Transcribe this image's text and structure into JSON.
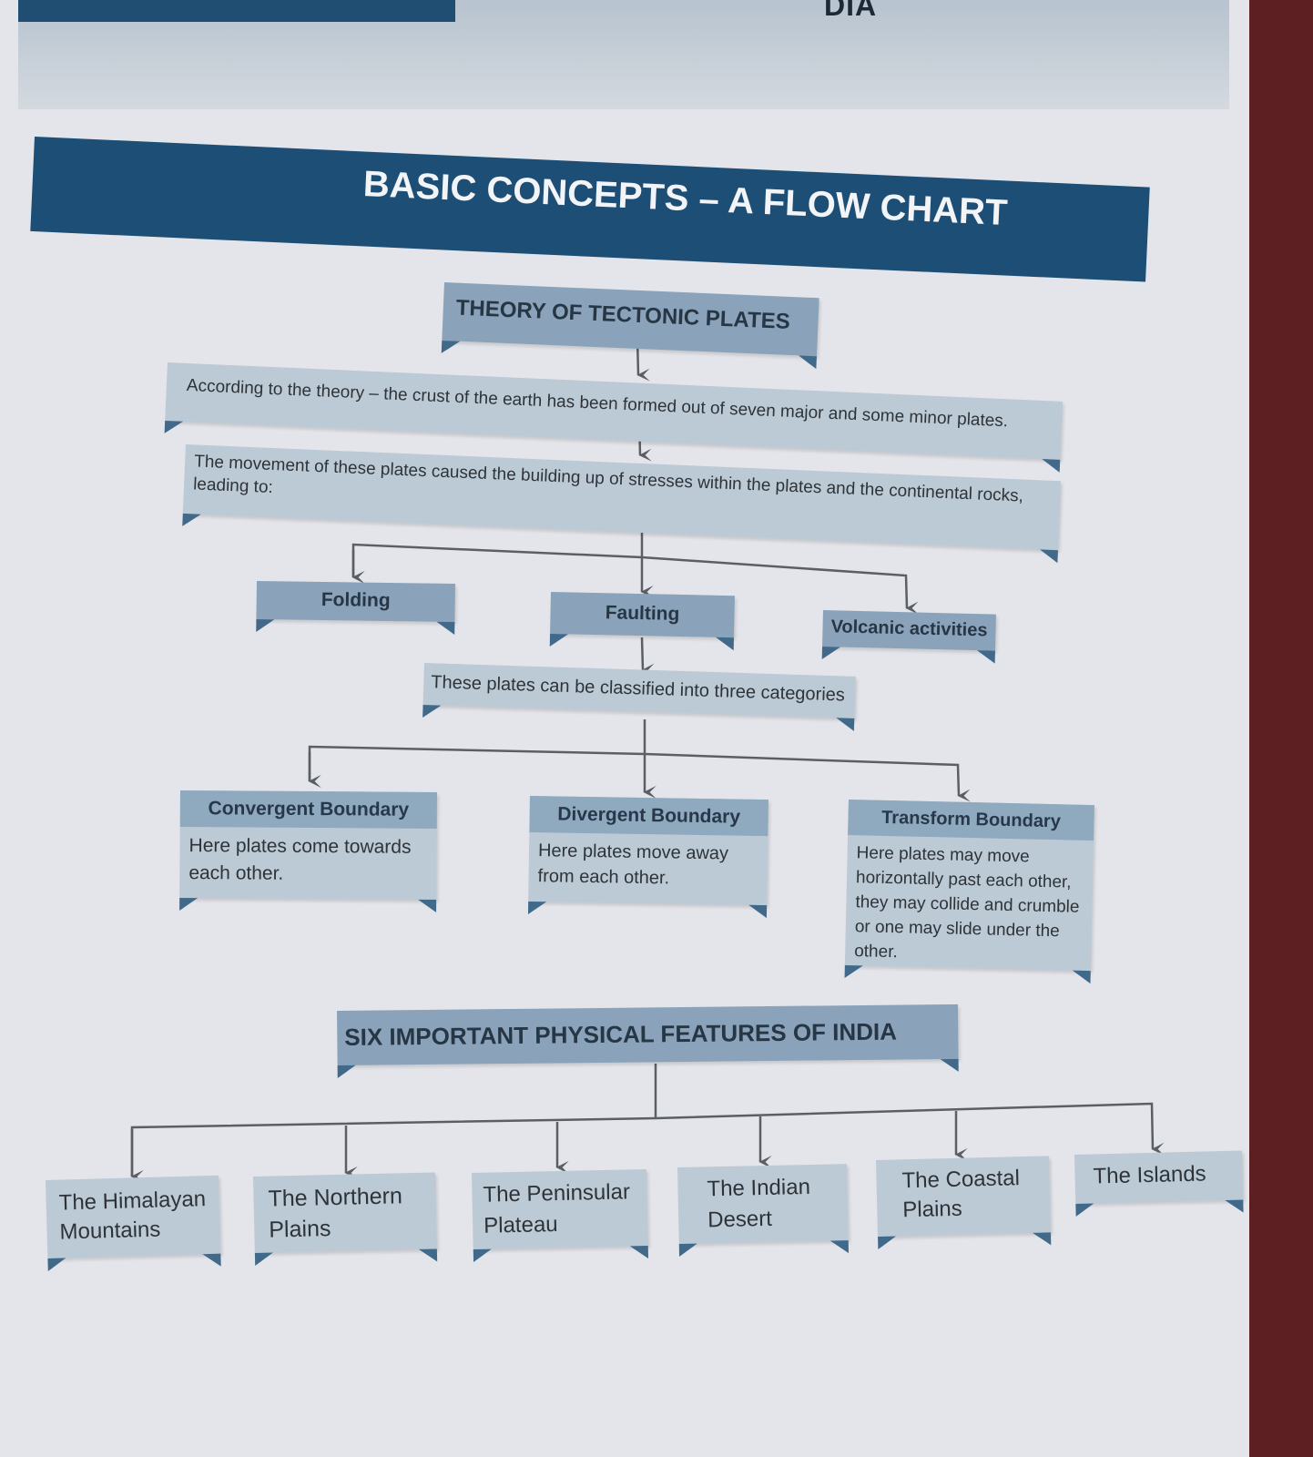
{
  "header": {
    "fragment": "DIA",
    "title": "BASIC CONCEPTS – A FLOW CHART"
  },
  "flow1": {
    "root": "THEORY OF TECTONIC PLATES",
    "theory": "According to the theory – the crust of the earth has been formed out of seven major and some minor plates.",
    "movement": "The movement of these plates caused the building up of stresses within the plates and the continental rocks, leading to:",
    "effects": [
      "Folding",
      "Faulting",
      "Volcanic activities"
    ],
    "classified": "These plates can be classified into three categories",
    "boundaries": [
      {
        "title": "Convergent Boundary",
        "desc": "Here plates come towards each other."
      },
      {
        "title": "Divergent Boundary",
        "desc": "Here plates move away from each other."
      },
      {
        "title": "Transform Boundary",
        "desc": "Here plates may move horizontally past each other, they may collide and crumble or one may slide under the other."
      }
    ]
  },
  "flow2": {
    "root": "SIX IMPORTANT PHYSICAL FEATURES OF INDIA",
    "features": [
      "The Himalayan Mountains",
      "The Northern Plains",
      "The Peninsular Plateau",
      "The Indian Desert",
      "The Coastal Plains",
      "The Islands"
    ]
  },
  "colors": {
    "accent": "#1d4e75",
    "box": "#bccad6",
    "box_dark": "#8aa3ba",
    "connector": "#5a5f66"
  }
}
